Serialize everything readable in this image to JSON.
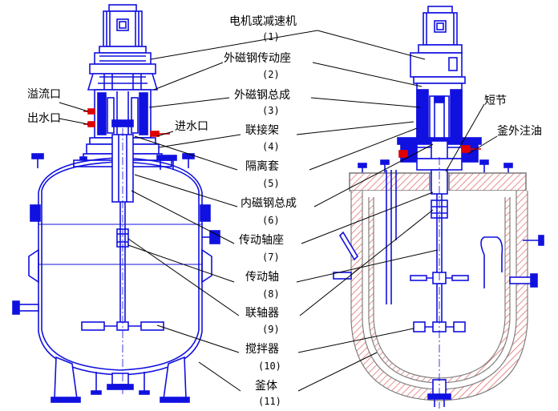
{
  "parts": [
    {
      "id": "motor",
      "label": "电机或减速机",
      "num": "(1)"
    },
    {
      "id": "outer-magnet-seat",
      "label": "外磁钢传动座",
      "num": "(2)"
    },
    {
      "id": "outer-magnet-assembly",
      "label": "外磁钢总成",
      "num": "(3)"
    },
    {
      "id": "connecting-frame",
      "label": "联接架",
      "num": "(4)"
    },
    {
      "id": "isolation-sleeve",
      "label": "隔离套",
      "num": "(5)"
    },
    {
      "id": "inner-magnet-assembly",
      "label": "内磁钢总成",
      "num": "(6)"
    },
    {
      "id": "shaft-seat",
      "label": "传动轴座",
      "num": "(7)"
    },
    {
      "id": "drive-shaft",
      "label": "传动轴",
      "num": "(8)"
    },
    {
      "id": "coupling",
      "label": "联轴器",
      "num": "(9)"
    },
    {
      "id": "agitator",
      "label": "搅拌器",
      "num": "(10)"
    },
    {
      "id": "vessel-body",
      "label": "釜体",
      "num": "(11)"
    }
  ],
  "side_labels": {
    "overflow": "溢流口",
    "water_out": "出水口",
    "water_in": "进水口",
    "short_pipe": "短节",
    "oil_inlet": "釜外注油"
  },
  "colors": {
    "blue": "#1010e0",
    "red": "#e00000",
    "gray": "#808080",
    "hatch": "#f0a8a8"
  }
}
